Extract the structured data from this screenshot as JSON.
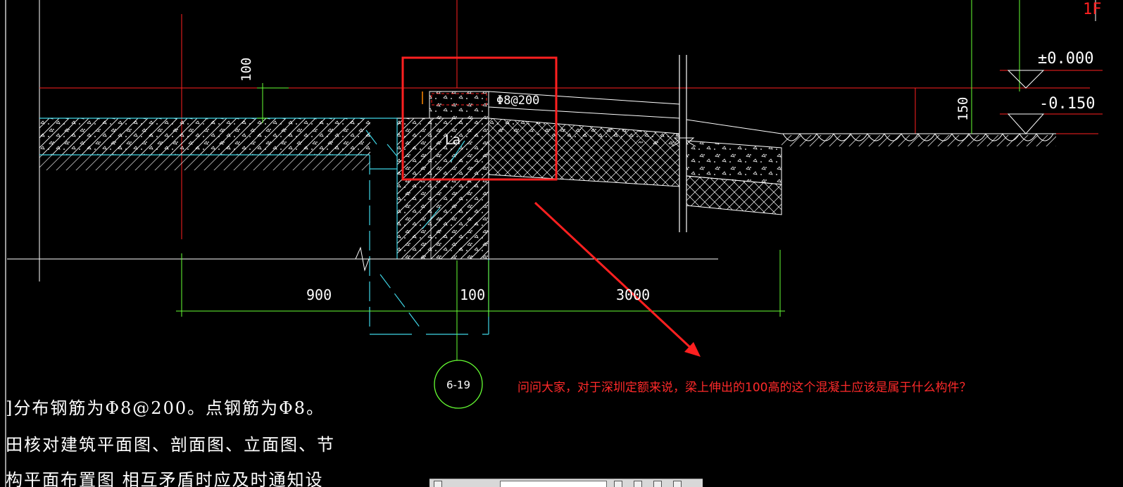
{
  "labels": {
    "floor": "1F",
    "elev_zero": "±0.000",
    "elev_neg": "-0.150",
    "dim_100_top": "100",
    "dim_150": "150",
    "rebar": "Φ8@200",
    "la": "La",
    "dim_900": "900",
    "dim_100_bottom": "100",
    "dim_3000": "3000",
    "detail_ref": "6-19"
  },
  "notes": [
    "]分布钢筋为Φ8@200。点钢筋为Φ8。",
    "田核对建筑平面图、剖面图、立面图、节",
    "构平面布置图 相互矛盾时应及时通知设"
  ],
  "question": "问问大家，对于深圳定额来说，梁上伸出的100高的这个混凝土应该是属于什么构件？",
  "colors": {
    "background": "#000000",
    "cyan": "#3fd6e6",
    "red": "#ff2020",
    "green": "#66ff33",
    "white": "#ffffff"
  }
}
